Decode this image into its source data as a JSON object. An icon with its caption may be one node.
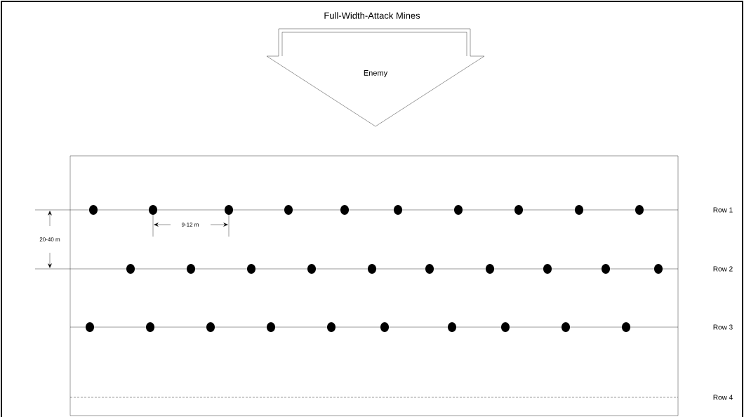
{
  "diagram": {
    "title": "Full-Width-Attack Mines",
    "nodes": [
      {
        "text": [
          "Enemy"
        ]
      }
    ],
    "edges": [],
    "labels": [
      "Row 1",
      "20-40 m",
      "9-12 m",
      "Row 2",
      "Row 3",
      "Row 4"
    ]
  }
}
